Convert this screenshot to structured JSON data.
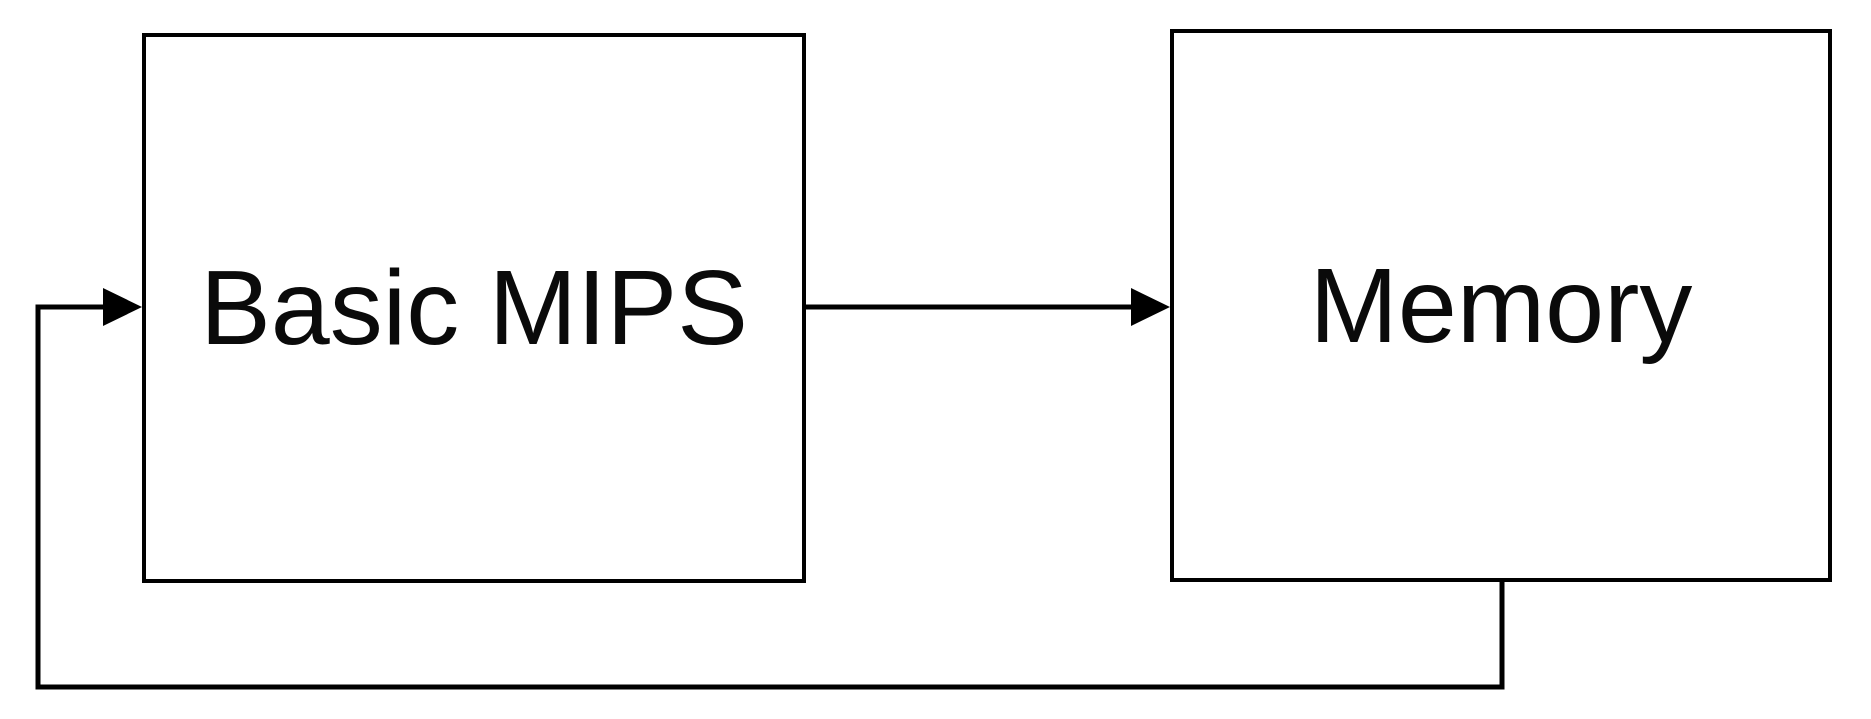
{
  "diagram": {
    "title": "Basic MIPS and Memory block diagram",
    "background_color": "#ffffff",
    "line_color": "#000000",
    "nodes": [
      {
        "id": "basic-mips",
        "label": "Basic MIPS"
      },
      {
        "id": "memory",
        "label": "Memory"
      }
    ],
    "edges": [
      {
        "from": "basic-mips",
        "to": "memory",
        "style": "straight-arrow",
        "description": "arrow from right side of Basic MIPS into left side of Memory"
      },
      {
        "from": "memory",
        "to": "basic-mips",
        "style": "feedback-loop-arrow",
        "description": "line from bottom of Memory looping down, left and up into left side of Basic MIPS"
      }
    ]
  }
}
